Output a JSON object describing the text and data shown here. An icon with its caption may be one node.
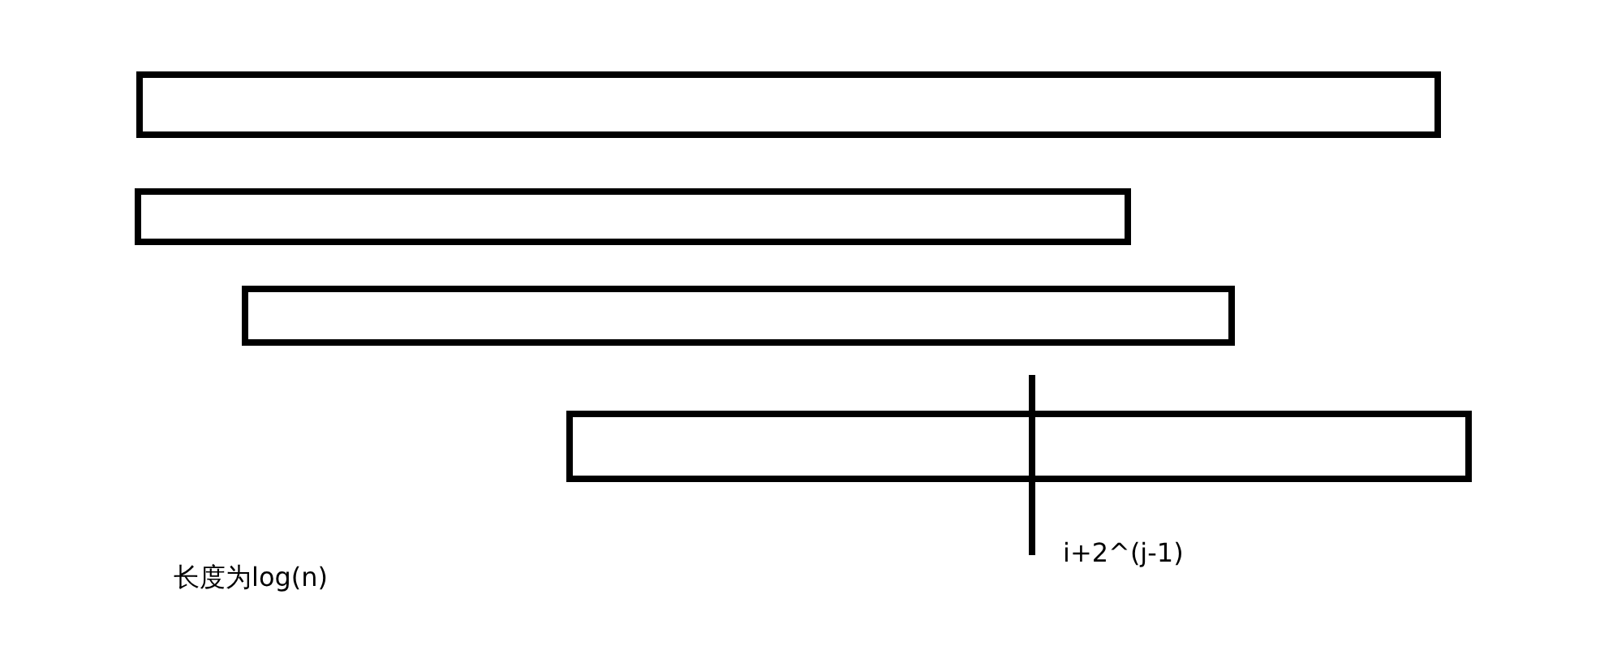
{
  "diagram": {
    "nodes": [
      {
        "text": [],
        "shape": "bar"
      },
      {
        "text": [],
        "shape": "bar"
      },
      {
        "text": [],
        "shape": "bar"
      },
      {
        "text": [],
        "shape": "bar"
      }
    ],
    "labels": [
      "i+2^(j-1)",
      "长度为log(n)"
    ]
  }
}
